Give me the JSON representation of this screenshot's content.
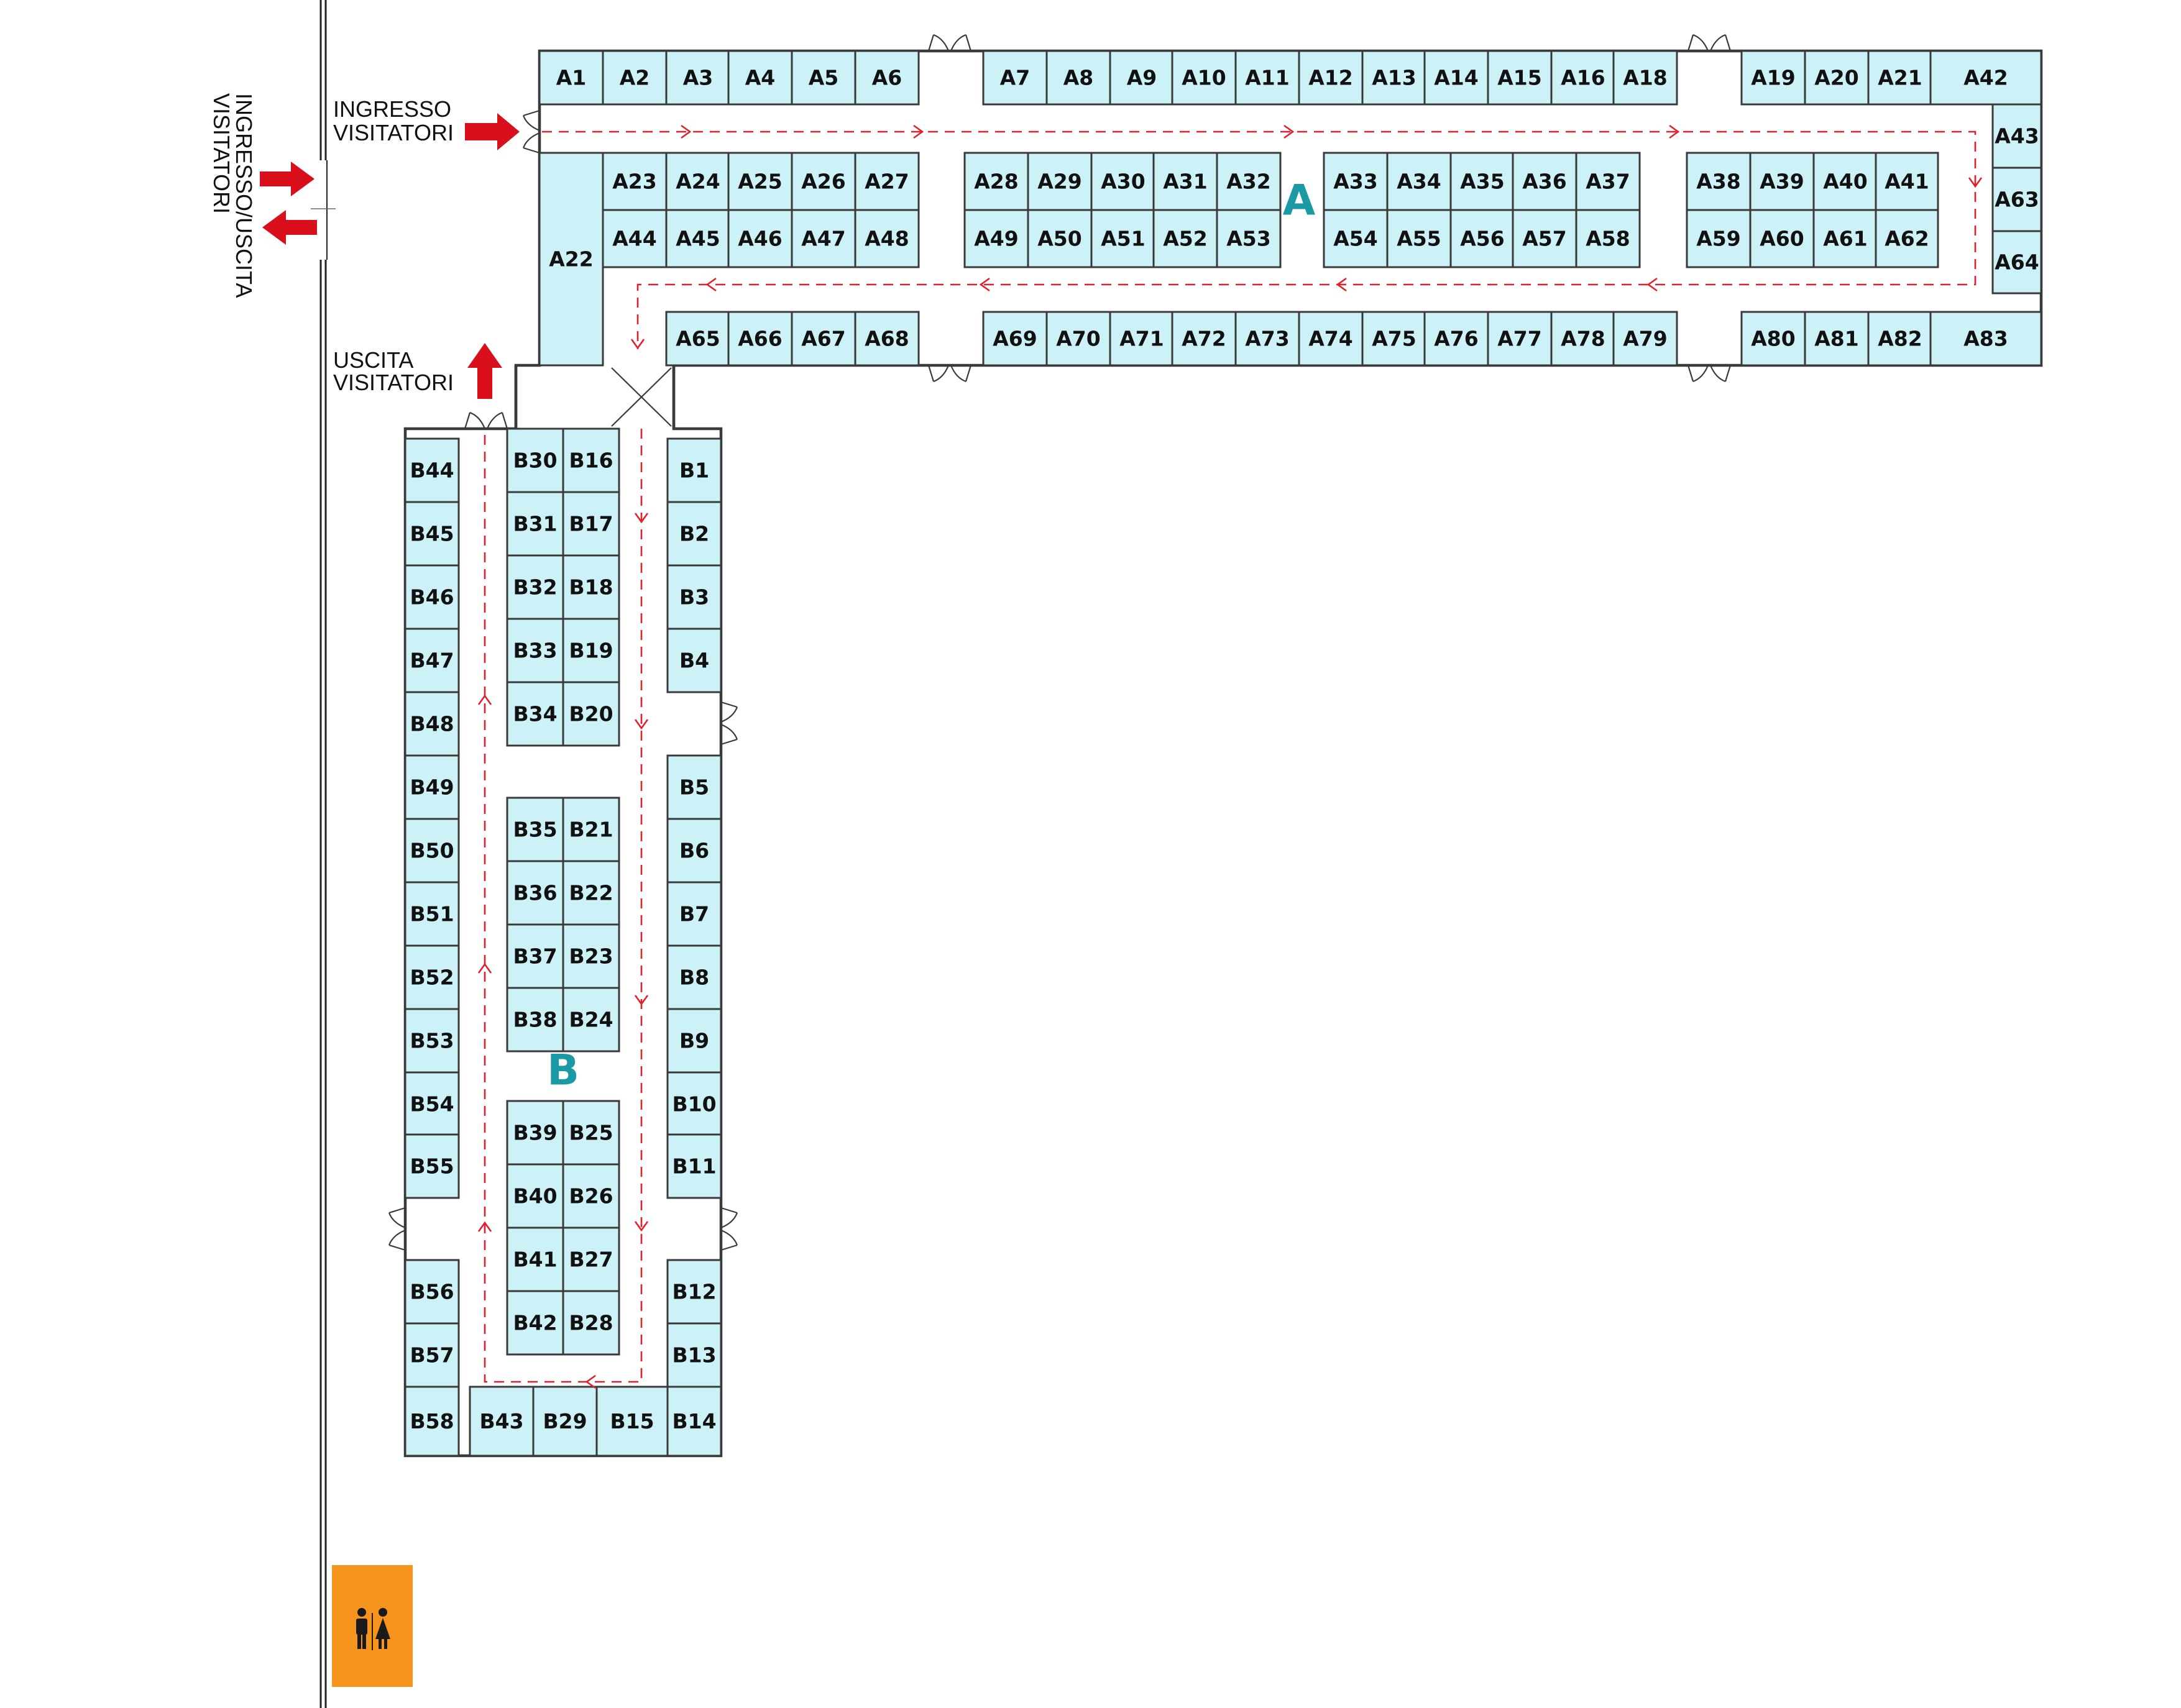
{
  "sectors": {
    "a": "A",
    "b": "B"
  },
  "signs": {
    "entrance_line1": "INGRESSO",
    "entrance_line2": "VISITATORI",
    "exit_line1": "USCITA",
    "exit_line2": "VISITATORI",
    "side_line1": "INGRESSO/USCITA",
    "side_line2": "VISITATORI"
  },
  "restroom_icon": "restroom-icon",
  "colors": {
    "stand": "#ccf1f6",
    "route": "#e0202a",
    "sector_label": "#1b9aa6",
    "restroom": "#f7941d",
    "arrow": "#d9101c"
  },
  "stands": {
    "a_top": [
      "A1",
      "A2",
      "A3",
      "A4",
      "A5",
      "A6",
      "A7",
      "A8",
      "A9",
      "A10",
      "A11",
      "A12",
      "A13",
      "A14",
      "A15",
      "A16",
      "A18",
      "A19",
      "A20",
      "A21",
      "A42"
    ],
    "a_right": [
      "A43",
      "A63",
      "A64"
    ],
    "a_left": [
      "A22"
    ],
    "a_row1": [
      "A23",
      "A24",
      "A25",
      "A26",
      "A27",
      "A28",
      "A29",
      "A30",
      "A31",
      "A32",
      "A33",
      "A34",
      "A35",
      "A36",
      "A37",
      "A38",
      "A39",
      "A40",
      "A41"
    ],
    "a_row2": [
      "A44",
      "A45",
      "A46",
      "A47",
      "A48",
      "A49",
      "A50",
      "A51",
      "A52",
      "A53",
      "A54",
      "A55",
      "A56",
      "A57",
      "A58",
      "A59",
      "A60",
      "A61",
      "A62"
    ],
    "a_bottom": [
      "A65",
      "A66",
      "A67",
      "A68",
      "A69",
      "A70",
      "A71",
      "A72",
      "A73",
      "A74",
      "A75",
      "A76",
      "A77",
      "A78",
      "A79",
      "A80",
      "A81",
      "A82",
      "A83"
    ],
    "b_left": [
      "B44",
      "B45",
      "B46",
      "B47",
      "B48",
      "B49",
      "B50",
      "B51",
      "B52",
      "B53",
      "B54",
      "B55",
      "B56",
      "B57",
      "B58"
    ],
    "b_right": [
      "B1",
      "B2",
      "B3",
      "B4",
      "B5",
      "B6",
      "B7",
      "B8",
      "B9",
      "B10",
      "B11",
      "B12",
      "B13",
      "B14"
    ],
    "b_center_left": [
      "B30",
      "B31",
      "B32",
      "B33",
      "B34",
      "B35",
      "B36",
      "B37",
      "B38",
      "B39",
      "B40",
      "B41",
      "B42"
    ],
    "b_center_right": [
      "B16",
      "B17",
      "B18",
      "B19",
      "B20",
      "B21",
      "B22",
      "B23",
      "B24",
      "B25",
      "B26",
      "B27",
      "B28"
    ],
    "b_bottom": [
      "B43",
      "B29",
      "B15"
    ]
  }
}
